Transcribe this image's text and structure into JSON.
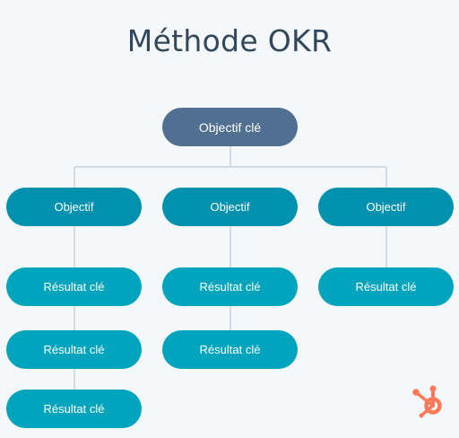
{
  "title": "Méthode OKR",
  "key_result_root": "Objectif clé",
  "objectives": [
    {
      "label": "Objectif",
      "results": [
        "Résultat clé",
        "Résultat clé",
        "Résultat clé"
      ]
    },
    {
      "label": "Objectif",
      "results": [
        "Résultat clé",
        "Résultat clé"
      ]
    },
    {
      "label": "Objectif",
      "results": [
        "Résultat clé"
      ]
    }
  ],
  "colors": {
    "root": "#516f90",
    "objective": "#0091ae",
    "result": "#00a4bd",
    "connector": "#c5d3df",
    "title": "#33475b",
    "logo": "#ff7a59"
  },
  "logo_icon": "hubspot-sprocket-icon"
}
